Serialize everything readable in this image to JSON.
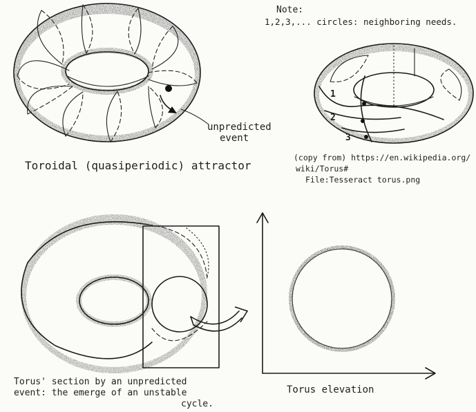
{
  "note": {
    "line1": "Note:",
    "line2": "1,2,3,... circles: neighboring needs."
  },
  "labels": {
    "attractor": "Toroidal (quasiperiodic) attractor",
    "event_line1": "unpredicted",
    "event_line2": "event",
    "copy_line1": "(copy from) https://en.wikipedia.org/",
    "copy_line2": "wiki/Torus#",
    "copy_line3": "File:Tesseract torus.png",
    "section_line1": "Torus' section by an unpredicted",
    "section_line2": "event: the emerge of an unstable",
    "section_line3": "cycle.",
    "elevation": "Torus elevation"
  },
  "circle_numbers": [
    "1",
    "2",
    "3"
  ],
  "colors": {
    "ink": "#1b1b1b",
    "paper": "#fbfbf8"
  }
}
